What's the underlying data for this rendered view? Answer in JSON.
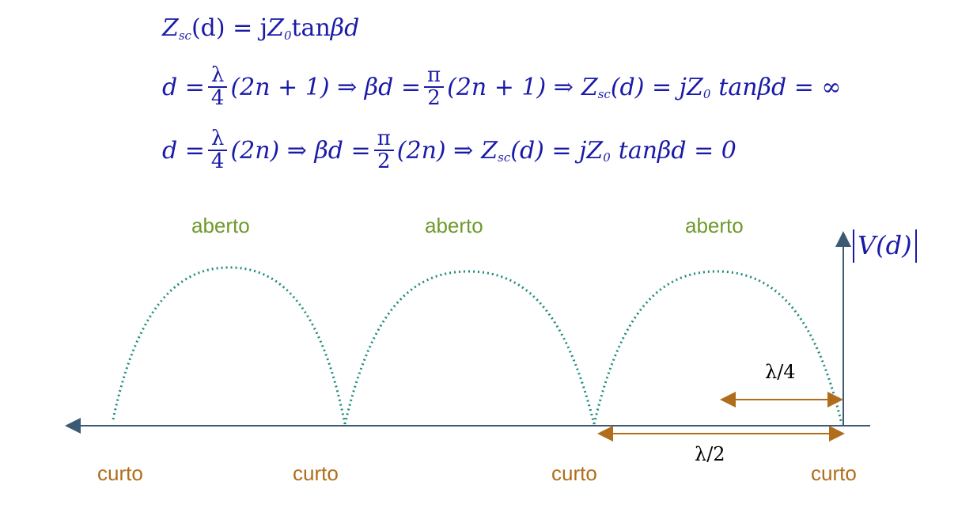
{
  "equations": [
    {
      "parts": [
        "Z",
        "sc",
        "(d) = j",
        "Z",
        "0",
        " tan",
        "βd"
      ]
    },
    {
      "lhs": "d =",
      "frac1_num": "λ",
      "frac1_den": "4",
      "mid1": "(2n + 1) ⇒ βd =",
      "frac2_num": "π",
      "frac2_den": "2",
      "mid2": "(2n + 1) ⇒",
      "rhs": "(d) = jZ",
      "tail": "tanβd = ∞"
    },
    {
      "lhs": "d =",
      "frac1_num": "λ",
      "frac1_den": "4",
      "mid1": "(2n) ⇒ βd =",
      "frac2_num": "π",
      "frac2_den": "2",
      "mid2": "(2n) ⇒",
      "rhs": "(d) = jZ",
      "tail": "tanβd = 0"
    }
  ],
  "labels": {
    "open": [
      "aberto",
      "aberto",
      "aberto"
    ],
    "short": [
      "curto",
      "curto",
      "curto",
      "curto"
    ],
    "quarter": "λ/4",
    "half": "λ/2",
    "axis": "|V(d)|"
  },
  "colors": {
    "axis": "#3d5a73",
    "curve": "#1f8c7c",
    "arrow": "#b06d1b",
    "open": "#6e9a2c",
    "short": "#b06d1b",
    "equation": "#1a1aa8"
  },
  "arches": 3
}
